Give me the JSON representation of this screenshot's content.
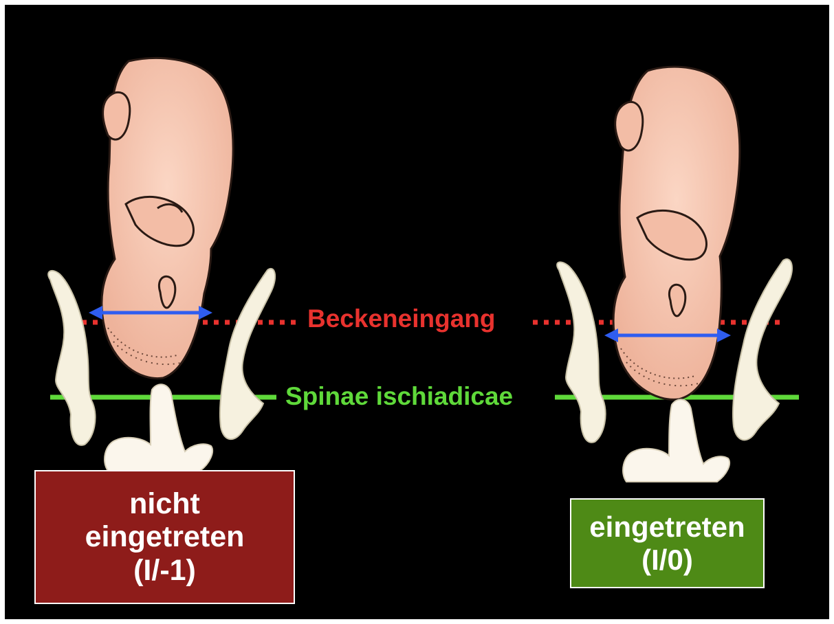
{
  "labels": {
    "pelvic_inlet": "Beckeneingang",
    "ischial_spines": "Spinae ischiadicae"
  },
  "left_status": {
    "line1": "nicht",
    "line2": "eingetreten",
    "line3": "(I/-1)"
  },
  "right_status": {
    "line1": "eingetreten",
    "line2": "(I/0)"
  },
  "colors": {
    "background": "#000000",
    "pelvic_inlet_line": "#e8322e",
    "ischial_spine_line": "#5fd93a",
    "head_diameter_arrow": "#2f5df0",
    "left_box": "#8e1c1a",
    "right_box": "#4e8a16",
    "fetus_skin": "#f6c3ad",
    "bone": "#f6f1df"
  }
}
